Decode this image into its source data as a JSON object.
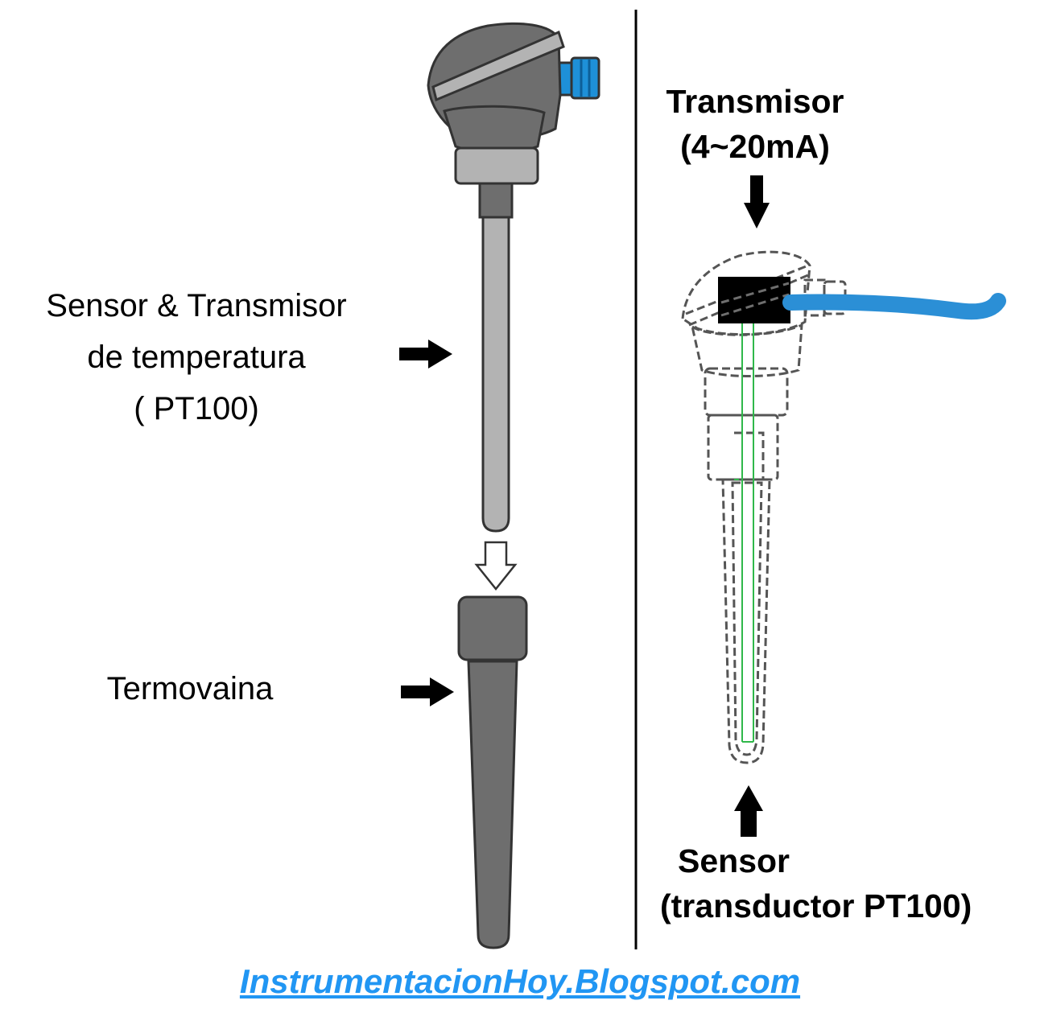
{
  "left_panel": {
    "sensor_label": [
      "Sensor & Transmisor",
      "de temperatura",
      "( PT100)"
    ],
    "thermowell_label": "Termovaina"
  },
  "right_panel": {
    "transmitter_label": [
      "Transmisor",
      "(4~20mA)"
    ],
    "sensor_label": [
      "Sensor",
      "(transductor PT100)"
    ]
  },
  "footer": {
    "link_text": "InstrumentacionHoy.Blogspot.com"
  },
  "colors": {
    "body_gray": "#6e6e6e",
    "light_gray": "#b3b3b3",
    "accent_blue": "#1e90d8",
    "cable_blue": "#2b8fd6",
    "wire_green": "#2fb84a",
    "link_blue": "#2196f3",
    "ink": "#000000"
  }
}
